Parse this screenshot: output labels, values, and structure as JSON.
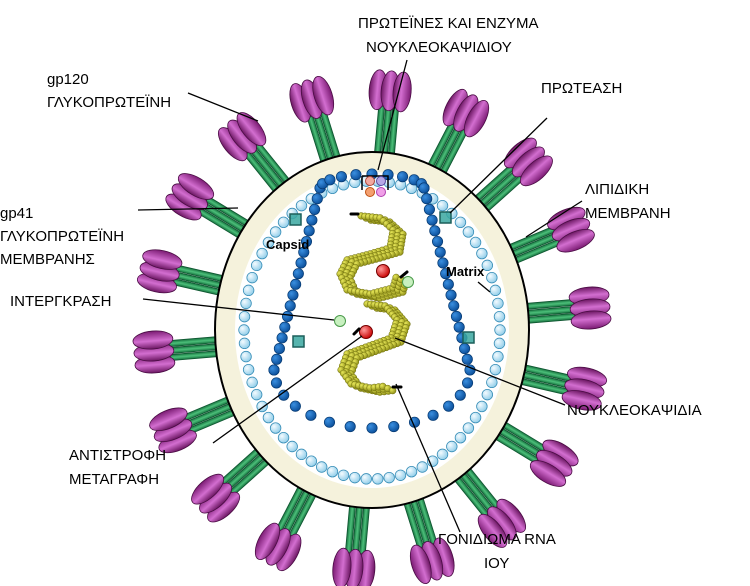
{
  "labels": {
    "proteins_enzymes_line1": "ΠΡΩΤΕΪΝΕΣ ΚΑΙ ΕΝΖΥΜΑ",
    "proteins_enzymes_line2": "ΝΟΥΚΛΕΟΚΑΨΙΔΙΟΥ",
    "gp120_line1": "gp120",
    "gp120_line2": "ΓΛΥΚΟΠΡΩΤΕΪΝΗ",
    "protease": "ΠΡΩΤΕΑΣΗ",
    "lipid_membrane_line1": "ΛΙΠΙΔΙΚΗ",
    "lipid_membrane_line2": "ΜΕΜΒΡΑΝΗ",
    "gp41_line1": "gp41",
    "gp41_line2": "ΓΛΥΚΟΠΡΩΤΕΪΝΗ",
    "gp41_line3": "ΜΕΜΒΡΑΝΗΣ",
    "capsid": "Capsid",
    "matrix": "Matrix",
    "integrase": "ΙΝΤΕΡΓΚΡΑΣΗ",
    "nucleocapsids": "ΝΟΥΚΛΕΟΚΑΨΙΔΙΑ",
    "reverse_transcriptase_line1": "ΑΝΤΙΣΤΡΟΦΗ",
    "reverse_transcriptase_line2": "ΜΕΤΑΓΡΑΦΗ",
    "rna_genome_line1": "ΓΟΝΙΔΙΩΜΑ RNA",
    "rna_genome_line2": "ΙΟΥ"
  },
  "colors": {
    "envelope_fill": "#f5f2dc",
    "envelope_stroke": "#000000",
    "matrix_bead": "#a9dcf0",
    "capsid_bead": "#0d5fb0",
    "spike_stem": "#2e9e5b",
    "spike_head": "#a0309a",
    "rna_coil": "#a8a824",
    "reverse_transcriptase": "#e01818",
    "integrase": "#c8f0c0",
    "protease_square": "#3aa7a0"
  }
}
